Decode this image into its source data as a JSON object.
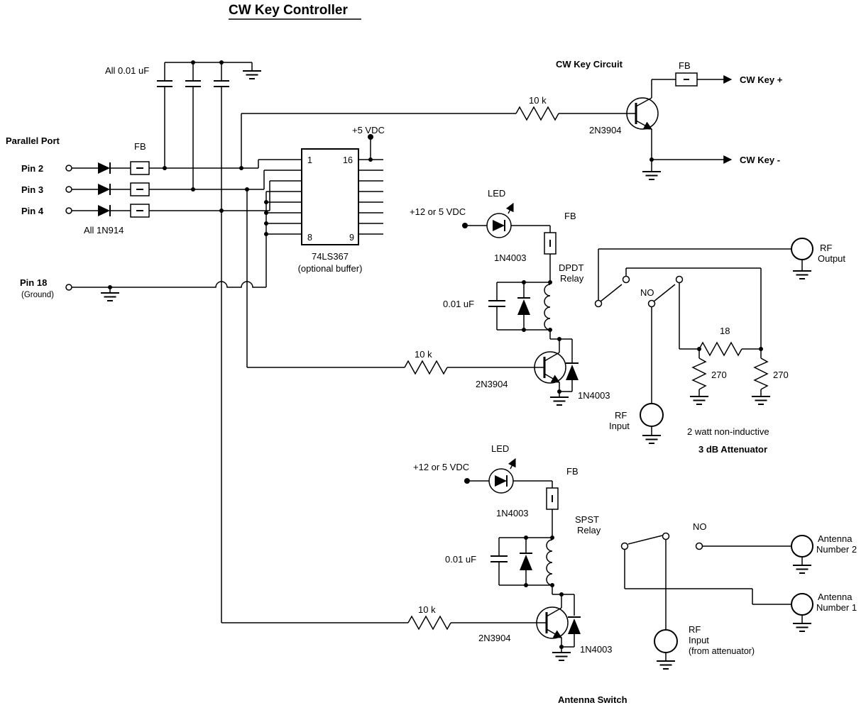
{
  "title": "CW Key Controller",
  "parallel_port": {
    "heading": "Parallel Port",
    "cap_note": "All 0.01 uF",
    "fb_label": "FB",
    "diode_note": "All 1N914",
    "pins": {
      "pin2": "Pin 2",
      "pin3": "Pin 3",
      "pin4": "Pin 4",
      "pin18": "Pin 18",
      "pin18_sub": "(Ground)"
    }
  },
  "buffer_ic": {
    "pin1": "1",
    "pin16": "16",
    "pin8": "8",
    "pin9": "9",
    "part_number": "74LS367",
    "note": "(optional buffer)",
    "supply": "+5 VDC"
  },
  "cw_key": {
    "heading": "CW Key Circuit",
    "resistor": "10 k",
    "transistor": "2N3904",
    "fb_label": "FB",
    "out_plus": "CW Key +",
    "out_minus": "CW Key -"
  },
  "relay1": {
    "led": "LED",
    "supply": "+12 or 5 VDC",
    "fb_label": "FB",
    "flyback1": "1N4003",
    "relay_type": "DPDT",
    "relay_word": "Relay",
    "cap": "0.01 uF",
    "resistor": "10 k",
    "transistor": "2N3904",
    "flyback2": "1N4003",
    "contacts_no": "NO",
    "rf_out1": "RF",
    "rf_out2": "Output",
    "rf_in1": "RF",
    "rf_in2": "Input"
  },
  "attenuator": {
    "series_r": "18",
    "shunt_r1": "270",
    "shunt_r2": "270",
    "power_note": "2 watt non-inductive",
    "heading": "3 dB Attenuator"
  },
  "relay2": {
    "led": "LED",
    "supply": "+12 or 5 VDC",
    "fb_label": "FB",
    "flyback1": "1N4003",
    "relay_type": "SPST",
    "relay_word": "Relay",
    "cap": "0.01 uF",
    "resistor": "10 k",
    "transistor": "2N3904",
    "flyback2": "1N4003",
    "contacts_no": "NO",
    "rf_in1": "RF",
    "rf_in2": "Input",
    "rf_in3": "(from attenuator)",
    "ant2_1": "Antenna",
    "ant2_2": "Number 2",
    "ant1_1": "Antenna",
    "ant1_2": "Number 1",
    "heading": "Antenna Switch"
  }
}
